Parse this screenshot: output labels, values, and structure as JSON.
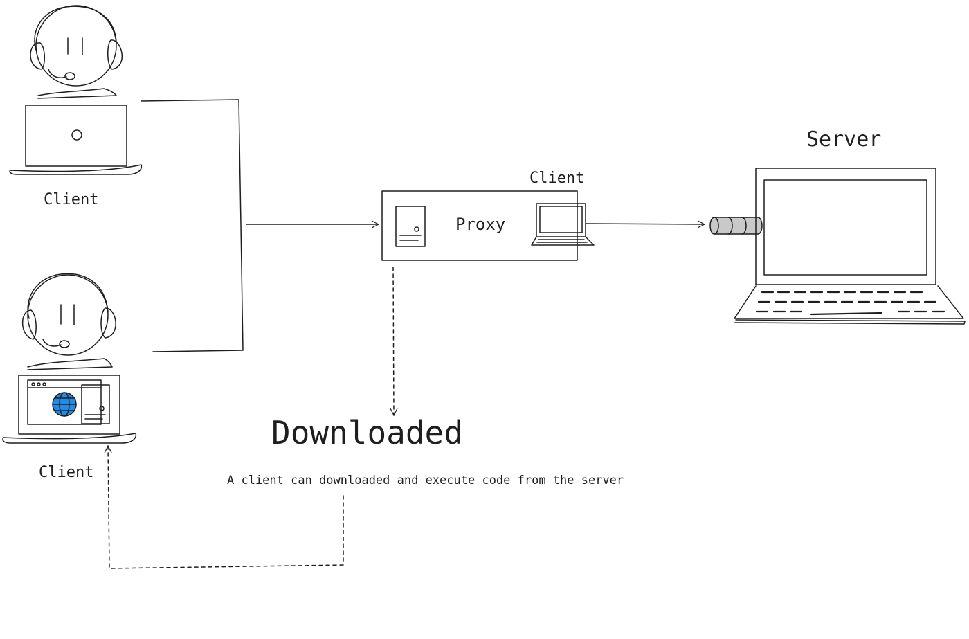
{
  "labels": {
    "client_top": "Client",
    "client_bottom": "Client",
    "client_proxy": "Client",
    "proxy": "Proxy",
    "server": "Server",
    "downloaded_title": "Downloaded",
    "description": "A client can downloaded and execute code from the server"
  },
  "colors": {
    "stroke": "#1e1e1e",
    "globe": "#228be6",
    "connector_fill": "#c9c9c9"
  },
  "icons": {
    "client_top": "headset-person-laptop-icon",
    "client_bottom": "headset-person-browser-laptop-icon",
    "proxy_server": "server-tower-icon",
    "proxy_client": "laptop-icon",
    "server": "laptop-icon",
    "connector": "cable-connector-icon"
  }
}
